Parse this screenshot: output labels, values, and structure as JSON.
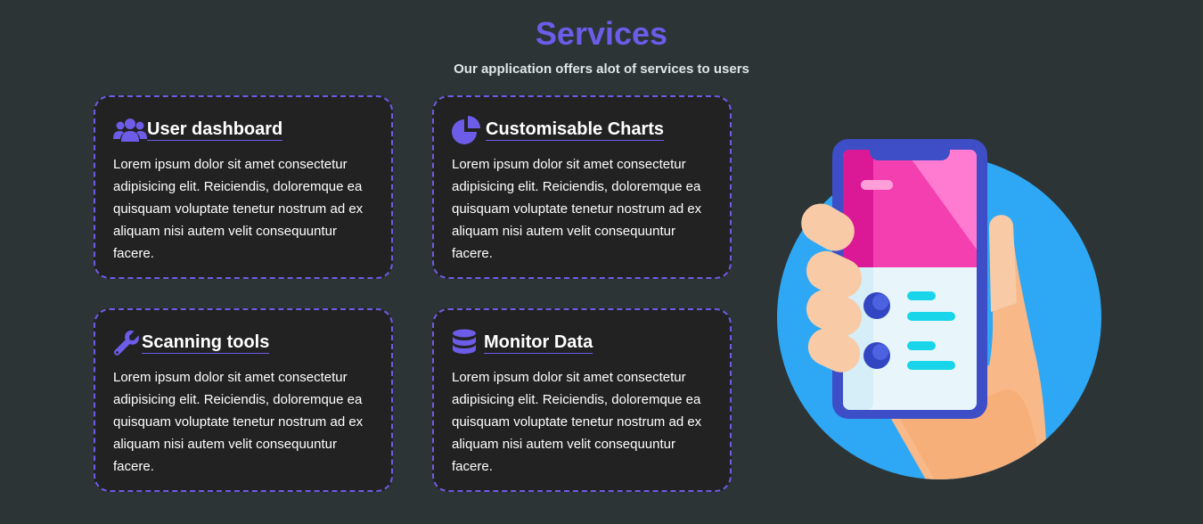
{
  "header": {
    "title": "Services",
    "subtitle": "Our application offers alot of services to users"
  },
  "cards": [
    {
      "title": "User dashboard",
      "icon": "users-icon",
      "body": "Lorem ipsum dolor sit amet consectetur adipisicing elit. Reiciendis, doloremque ea quisquam voluptate tenetur nostrum ad ex aliquam nisi autem velit consequuntur facere."
    },
    {
      "title": "Customisable Charts",
      "icon": "pie-chart-icon",
      "body": "Lorem ipsum dolor sit amet consectetur adipisicing elit. Reiciendis, doloremque ea quisquam voluptate tenetur nostrum ad ex aliquam nisi autem velit consequuntur facere."
    },
    {
      "title": "Scanning tools",
      "icon": "wrench-icon",
      "body": "Lorem ipsum dolor sit amet consectetur adipisicing elit. Reiciendis, doloremque ea quisquam voluptate tenetur nostrum ad ex aliquam nisi autem velit consequuntur facere."
    },
    {
      "title": "Monitor Data",
      "icon": "database-icon",
      "body": "Lorem ipsum dolor sit amet consectetur adipisicing elit. Reiciendis, doloremque ea quisquam voluptate tenetur nostrum ad ex aliquam nisi autem velit consequuntur facere."
    }
  ],
  "illustration": {
    "icon": "hand-holding-phone-illustration"
  },
  "colors": {
    "background": "#2d3436",
    "accent": "#6c5ce7",
    "card_background": "#222222",
    "text": "#ffffff"
  }
}
